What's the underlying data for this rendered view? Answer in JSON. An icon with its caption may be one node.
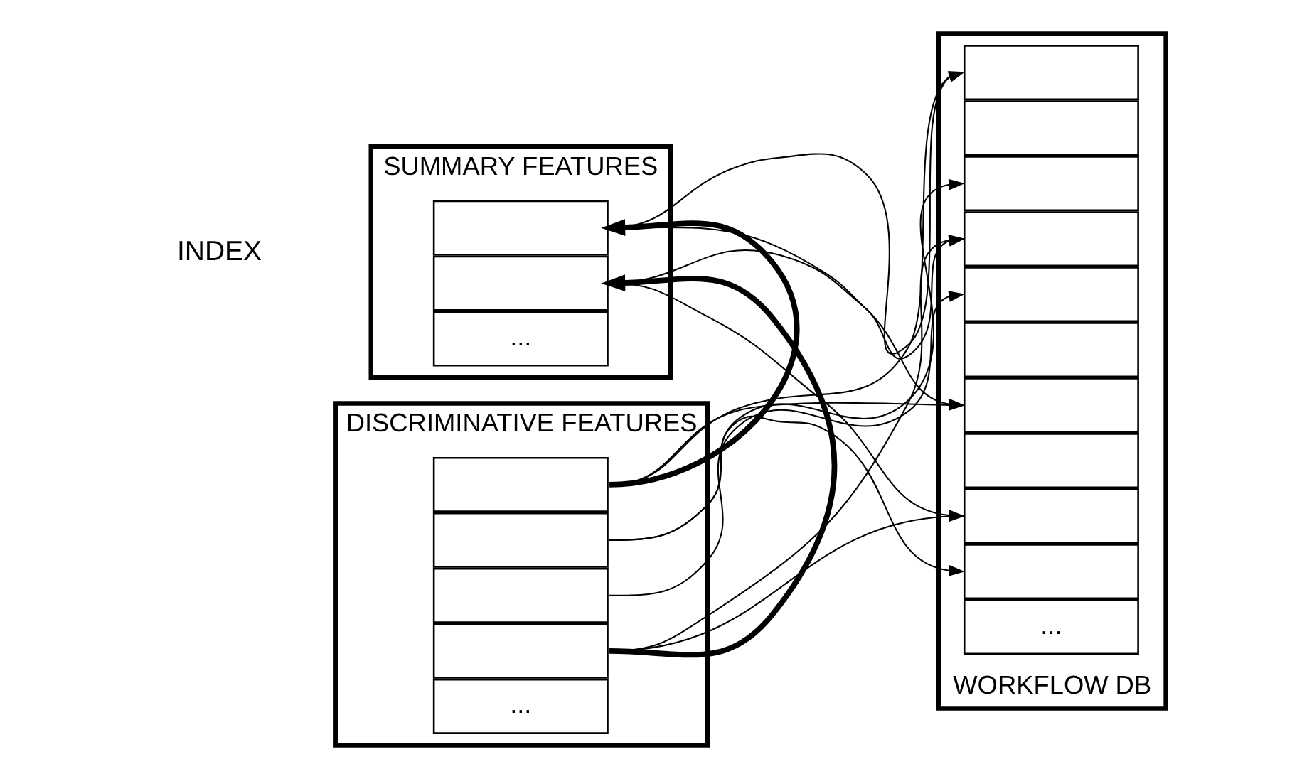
{
  "diagram": {
    "nodes": [
      {
        "text": [
          "SUMMARY FEATURES"
        ]
      },
      {
        "text": [],
        "shape": "box",
        "in": 0
      },
      {
        "text": [],
        "shape": "box",
        "in": 0
      },
      {
        "text": [
          "..."
        ],
        "in": 0
      },
      {
        "text": [
          "DISCRIMINATIVE FEATURES"
        ]
      },
      {
        "text": [],
        "shape": "box",
        "in": 4
      },
      {
        "text": [],
        "shape": "box",
        "in": 4
      },
      {
        "text": [],
        "shape": "box",
        "in": 4
      },
      {
        "text": [],
        "shape": "box",
        "in": 4
      },
      {
        "text": [
          "..."
        ],
        "in": 4
      },
      {
        "text": [
          "WORKFLOW DB"
        ]
      },
      {
        "text": [],
        "shape": "box",
        "in": 10
      },
      {
        "text": [],
        "shape": "box",
        "in": 10
      },
      {
        "text": [],
        "shape": "box",
        "in": 10
      },
      {
        "text": [],
        "shape": "box",
        "in": 10
      },
      {
        "text": [],
        "shape": "box",
        "in": 10
      },
      {
        "text": [],
        "shape": "box",
        "in": 10
      },
      {
        "text": [],
        "shape": "box",
        "in": 10
      },
      {
        "text": [],
        "shape": "box",
        "in": 10
      },
      {
        "text": [],
        "shape": "box",
        "in": 10
      },
      {
        "text": [],
        "shape": "box",
        "in": 10
      },
      {
        "text": [
          "..."
        ],
        "in": 10
      }
    ],
    "edges": [
      {
        "from": 5,
        "to": 1,
        "arrow": "to",
        "style": "thick"
      },
      {
        "from": 8,
        "to": 2,
        "arrow": "to",
        "style": "thick"
      },
      {
        "from": 1,
        "to": 11,
        "arrow": "to"
      },
      {
        "from": 1,
        "to": 17,
        "arrow": "to"
      },
      {
        "from": 2,
        "to": 14,
        "arrow": "to"
      },
      {
        "from": 2,
        "to": 19,
        "arrow": "to"
      },
      {
        "from": 5,
        "to": 11,
        "arrow": "to"
      },
      {
        "from": 5,
        "to": 17,
        "arrow": "to"
      },
      {
        "from": 6,
        "to": 13,
        "arrow": "to"
      },
      {
        "from": 6,
        "to": 20,
        "arrow": "to"
      },
      {
        "from": 7,
        "to": 15,
        "arrow": "to"
      },
      {
        "from": 8,
        "to": 14,
        "arrow": "to"
      },
      {
        "from": 8,
        "to": 19,
        "arrow": "to"
      }
    ],
    "labels": [
      "INDEX"
    ]
  }
}
